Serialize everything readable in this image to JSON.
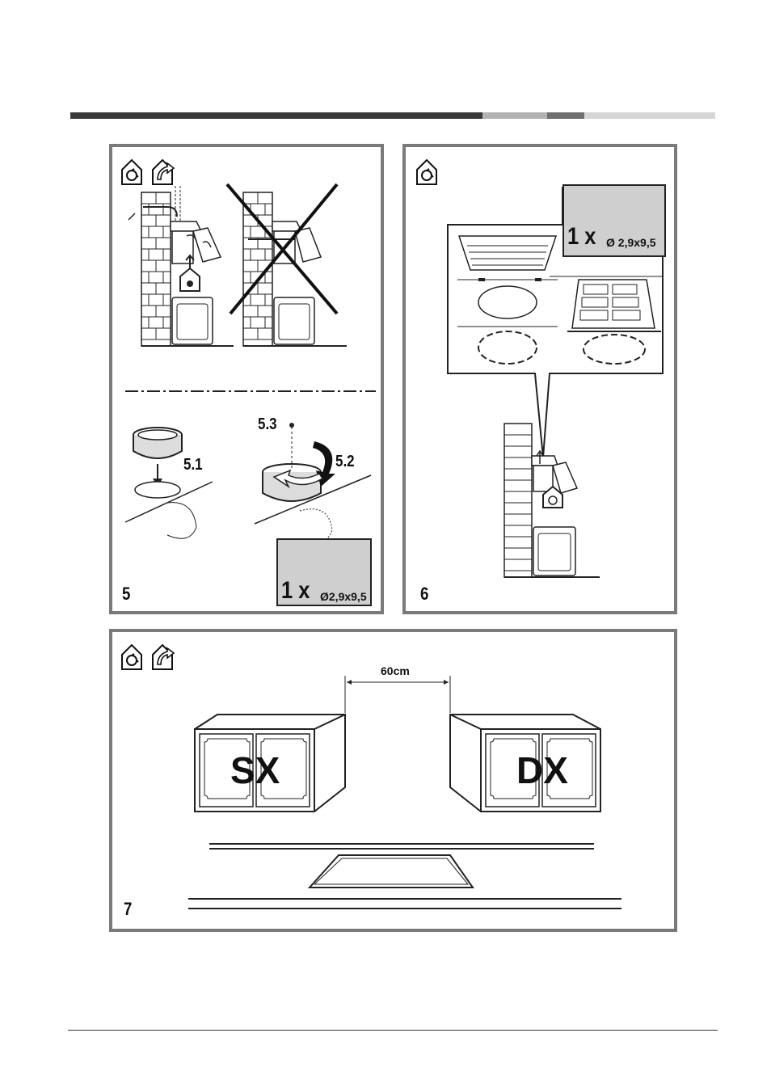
{
  "header_bar": {
    "segments": [
      "#3a3a3a",
      "#b3b3b3",
      "#6f6f6f",
      "#d6d6d6"
    ]
  },
  "figure5": {
    "number": "5",
    "step1": "5.1",
    "step2": "5.2",
    "step3": "5.3",
    "screw": {
      "qty": "1 x",
      "spec": "Ø2,9x9,5"
    },
    "icons": [
      "recirculation-icon",
      "ducted-extraction-icon"
    ]
  },
  "figure6": {
    "number": "6",
    "screw": {
      "qty": "1 x",
      "spec": "Ø 2,9x9,5"
    },
    "icons": [
      "recirculation-icon"
    ]
  },
  "figure7": {
    "number": "7",
    "distance": "60cm",
    "left_cabinet": "SX",
    "right_cabinet": "DX",
    "icons": [
      "recirculation-icon",
      "ducted-extraction-icon"
    ]
  }
}
